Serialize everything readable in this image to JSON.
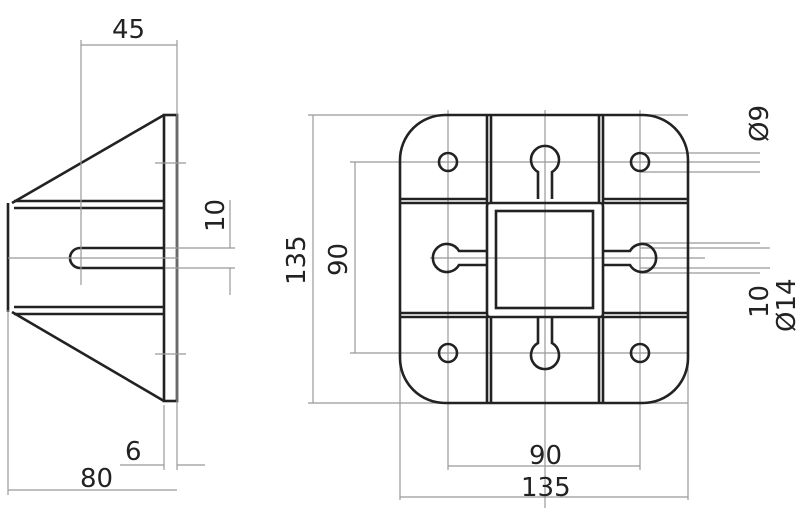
{
  "side_view": {
    "dim_height_45": "45",
    "dim_slot_10": "10",
    "dim_flange_6": "6",
    "dim_depth_80": "80"
  },
  "front_view": {
    "dim_outer_height_135": "135",
    "dim_hole_spacing_v_90": "90",
    "dim_hole_dia_9": "Ø9",
    "dim_slot_width_10": "10",
    "dim_slot_dia_14": "Ø14",
    "dim_hole_spacing_h_90": "90",
    "dim_outer_width_135": "135"
  },
  "colors": {
    "outline": "#222222",
    "dimension": "#999999"
  }
}
